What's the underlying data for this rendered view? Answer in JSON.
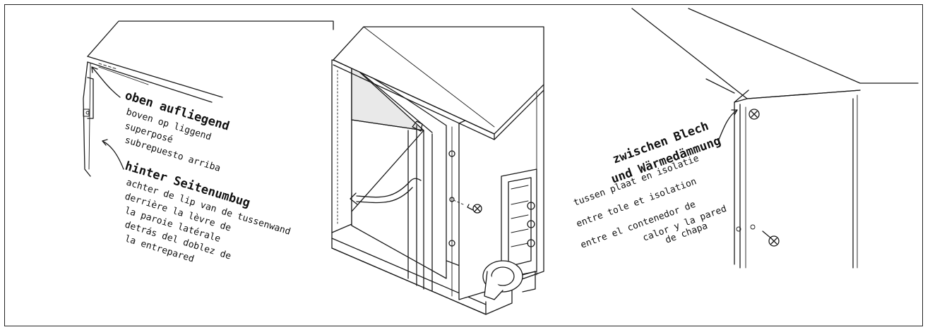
{
  "left_panel": {
    "label_top_de": "oben aufliegend",
    "label_top_nl": "boven op liggend",
    "label_top_fr": "superposé",
    "label_top_es": "subrepuesto arriba",
    "label_behind_de": "hinter Seitenumbug",
    "label_behind_nl": "achter de lip van de tussenwand",
    "label_behind_fr_1": "derrière la lèvre de",
    "label_behind_fr_2": "la paroie latérale",
    "label_behind_es_1": "detrás del doblez de",
    "label_behind_es_2": "la entrepared"
  },
  "right_panel": {
    "label_de_1": "zwischen Blech",
    "label_de_2": "und Wärmedämmung",
    "label_nl": "tussen plaat en isolatie",
    "label_fr": "entre tole et isolation",
    "label_es_1": "entre el contenedor de",
    "label_es_2": "calor y la pared",
    "label_es_3": "de chapa"
  }
}
